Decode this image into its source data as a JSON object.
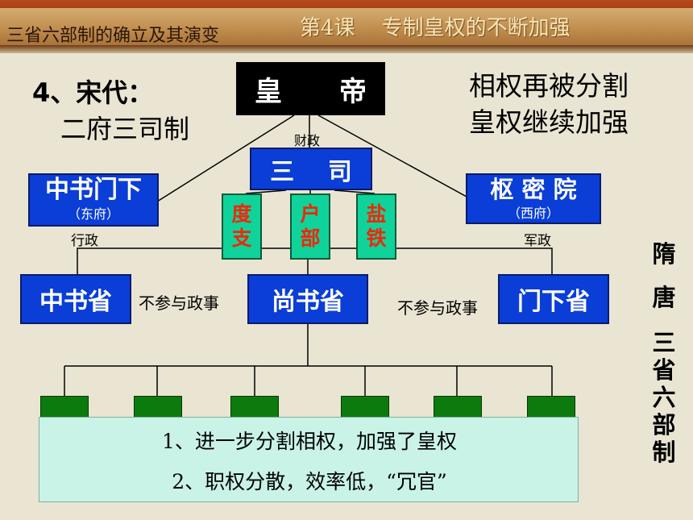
{
  "header": {
    "left_title": "三省六部制的确立及其演变",
    "right_title": "第4课    专制皇权的不断加强"
  },
  "section": {
    "heading": "4、宋代：",
    "system_name": "二府三司制"
  },
  "conclusion_top": {
    "line1": "相权再被分割",
    "line2": "皇权继续加强"
  },
  "nodes": {
    "emperor": "皇      帝",
    "sansi": "三    司",
    "zhongshu_menxia": "中书门下",
    "zhongshu_menxia_sub": "（东府）",
    "shumiyuan": "枢 密 院",
    "shumiyuan_sub": "（西府）",
    "duzhi": [
      "度",
      "支"
    ],
    "hubu": [
      "户",
      "部"
    ],
    "yantie": [
      "盐",
      "铁"
    ],
    "zhongshusheng": "中书省",
    "shangshusheng": "尚书省",
    "menxiasheng": "门下省"
  },
  "labels": {
    "caizheng": "财政",
    "xingzheng": "行政",
    "junzheng": "军政",
    "not_participate_left": "不参与政事",
    "not_participate_right": "不参与政事"
  },
  "conclusion_box": {
    "line1": "1、进一步分割相权，加强了皇权",
    "line2": "2、职权分散，效率低，“冗官”"
  },
  "side_caption": [
    "隋",
    "唐",
    "三",
    "省",
    "六",
    "部",
    "制"
  ]
}
